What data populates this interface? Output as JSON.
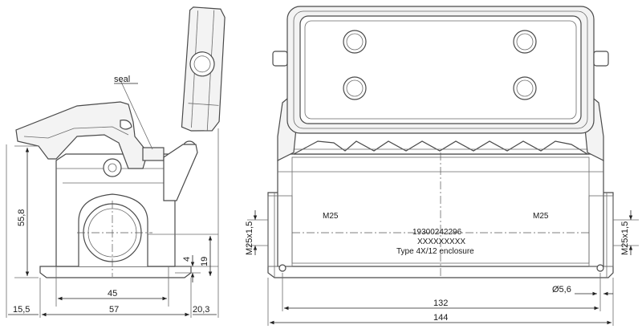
{
  "side_view": {
    "seal_label": "seal",
    "dims": {
      "height": "55,8",
      "base_width": "57",
      "inner_width": "45",
      "left_offset": "15,5",
      "right_offset": "20,3",
      "entry_height": "19",
      "small_offset": "4"
    }
  },
  "front_view": {
    "thread_left": "M25",
    "thread_right": "M25",
    "part_number": "19300242296",
    "serial_mask": "XXXXXXXXX",
    "rating": "Type 4X/12 enclosure",
    "dims": {
      "entry_height_left": "M25x1,5",
      "entry_height_right": "M25x1,5",
      "hole_spacing": "132",
      "overall_width": "144",
      "hole_diameter": "Ø5,6"
    }
  },
  "colors": {
    "line": "#4a4a4a",
    "text": "#1a1a1a"
  }
}
